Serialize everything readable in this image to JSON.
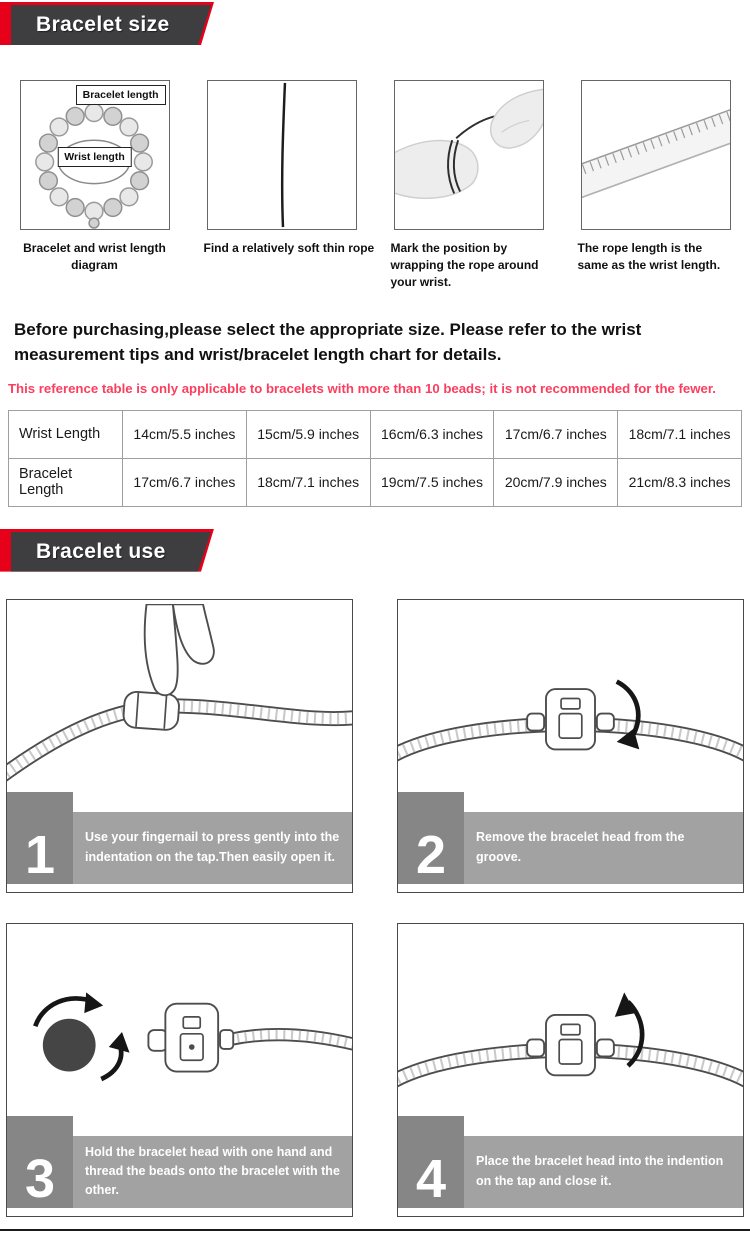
{
  "sections": {
    "size_title": "Bracelet size",
    "use_title": "Bracelet use"
  },
  "measure": {
    "steps": [
      {
        "caption": "Bracelet and wrist length diagram",
        "labels": {
          "bracelet": "Bracelet length",
          "wrist": "Wrist length"
        }
      },
      {
        "caption": "Find a relatively soft thin rope"
      },
      {
        "caption": "Mark the position by wrapping the rope around your wrist."
      },
      {
        "caption": "The rope length is the same as the wrist length."
      }
    ]
  },
  "intro": {
    "text": "Before purchasing,please select the appropriate size. Please refer to the wrist measurement tips and wrist/bracelet length chart for details."
  },
  "note": {
    "text": "This reference table is only applicable to bracelets with more than 10 beads; it is not recommended for the fewer."
  },
  "size_table": {
    "rows": [
      {
        "header": "Wrist Length",
        "values": [
          "14cm/5.5 inches",
          "15cm/5.9 inches",
          "16cm/6.3 inches",
          "17cm/6.7 inches",
          "18cm/7.1 inches"
        ]
      },
      {
        "header": "Bracelet Length",
        "values": [
          "17cm/6.7 inches",
          "18cm/7.1 inches",
          "19cm/7.5 inches",
          "20cm/7.9 inches",
          "21cm/8.3 inches"
        ]
      }
    ]
  },
  "use": {
    "steps": [
      {
        "number": "1",
        "text": "Use your fingernail to press gently into the indentation on the tap.Then easily open it."
      },
      {
        "number": "2",
        "text": "Remove the bracelet head from the groove."
      },
      {
        "number": "3",
        "text": "Hold the bracelet head with one hand and thread the beads onto the bracelet with the other."
      },
      {
        "number": "4",
        "text": "Place the bracelet head into the indention on the tap and close it."
      }
    ]
  },
  "colors": {
    "accent_red": "#e60019",
    "banner_dark": "#3e3e40",
    "note_pink": "#fc3e5e",
    "caption_bar_gray": "#a2a2a2",
    "number_block_gray": "#868686"
  }
}
